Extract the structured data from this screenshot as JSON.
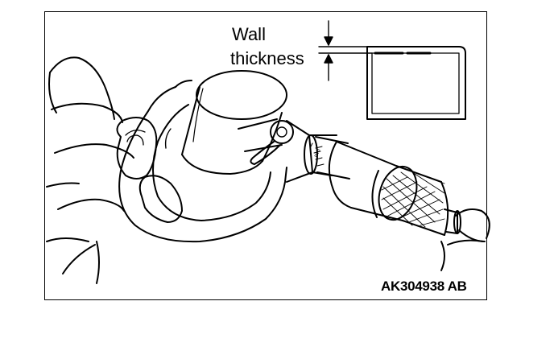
{
  "callout": {
    "line1": "Wall",
    "line2": "thickness"
  },
  "figure_code": "AK304938 AB"
}
